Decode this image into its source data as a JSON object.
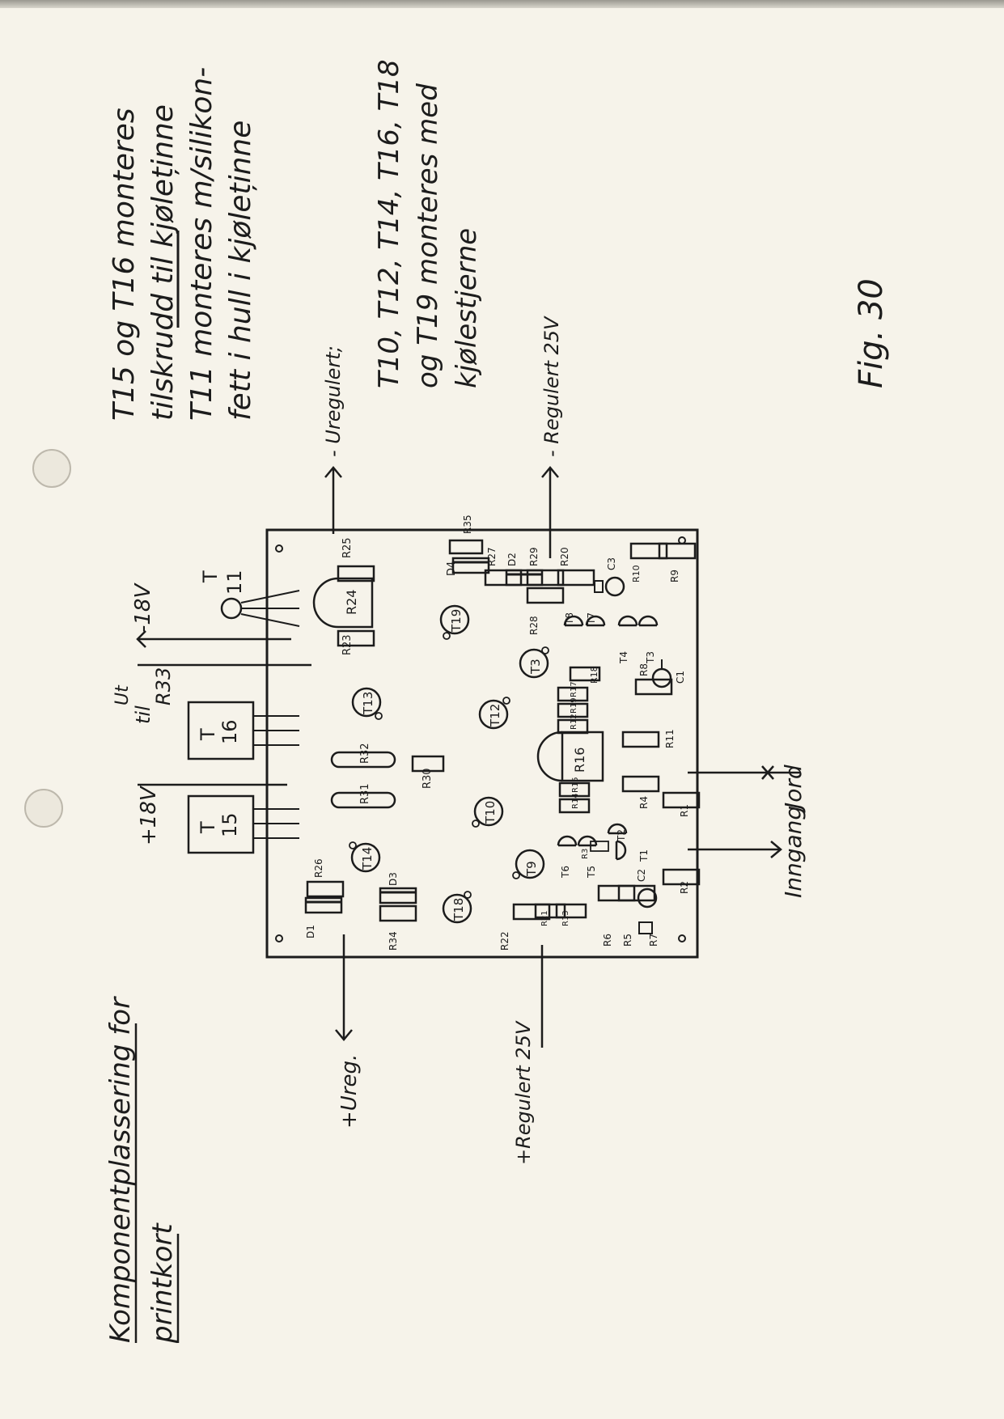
{
  "title": {
    "line1": "Komponentplassering for",
    "line2": "printkort"
  },
  "figure_label": "Fig. 30",
  "notes": {
    "heatsink": [
      "T15 og T16 monteres",
      "tilskrudd til kjøleținne",
      "T11 monteres m/silikon-",
      "fett i hull i kjøleținne"
    ],
    "heatstar": [
      "T10, T12, T14, T16, T18",
      "og T19 monteres med",
      "kjølestjerne"
    ]
  },
  "terminals": {
    "plus_18v": "+18V",
    "minus_18v": "-18V",
    "til_ut_r33_a": "til",
    "til_ut_r33_b": "Ut",
    "til_ut_r33_c": "R33",
    "minus_unreg": "- Uregulert;",
    "minus_reg": "- Regulert 25V",
    "plus_unreg": "+Ureg.",
    "plus_reg": "+Regulert 25V",
    "jord": "Jord",
    "inngang": "Inngang"
  },
  "components": {
    "t15": [
      "T",
      "15"
    ],
    "t16": [
      "T",
      "16"
    ],
    "t11": [
      "T",
      "11"
    ],
    "power_transistors": [
      "T10",
      "T12",
      "T13",
      "T14",
      "T18",
      "T19"
    ],
    "small_transistors": [
      "T1",
      "T2",
      "T3",
      "T4",
      "T5",
      "T6",
      "T7",
      "T8",
      "T9"
    ],
    "resistors": [
      "R1",
      "R2",
      "R3",
      "R4",
      "R5",
      "R6",
      "R7",
      "R8",
      "R9",
      "R10",
      "R11",
      "R12",
      "R13",
      "R14",
      "R15",
      "R16",
      "R17",
      "R18",
      "R19",
      "R20",
      "R21",
      "R22",
      "R23",
      "R24",
      "R25",
      "R26",
      "R27",
      "R28",
      "R29",
      "R30",
      "R31",
      "R32",
      "R34",
      "R35"
    ],
    "diodes": [
      "D1",
      "D2",
      "D3",
      "D4"
    ],
    "capacitors": [
      "C1",
      "C2",
      "C3"
    ]
  }
}
